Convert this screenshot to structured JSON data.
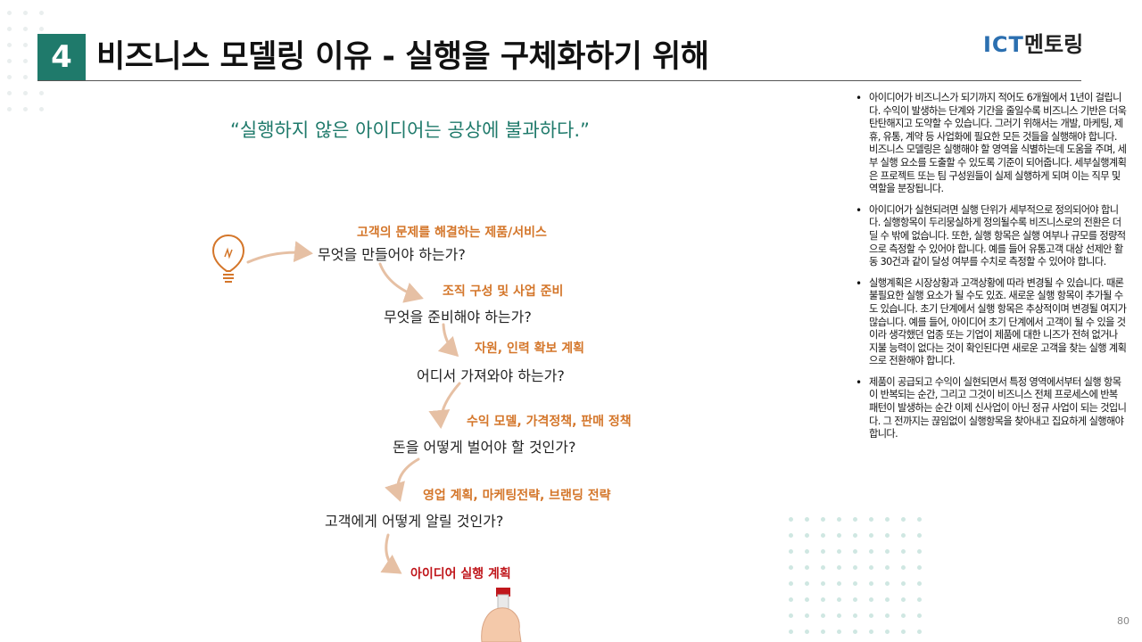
{
  "header": {
    "section_number": "4",
    "title": "비즈니스 모델링 이유 - 실행을 구체화하기 위해",
    "logo_ict": "ICT",
    "logo_rest": "멘토링"
  },
  "quote": "“실행하지 않은 아이디어는 공상에 불과하다.”",
  "flow": [
    {
      "category": "고객의 문제를 해결하는 제품/서비스",
      "question": "무엇을 만들어야 하는가?"
    },
    {
      "category": "조직 구성 및 사업 준비",
      "question": "무엇을 준비해야 하는가?"
    },
    {
      "category": "자원, 인력 확보 계획",
      "question": "어디서 가져와야 하는가?"
    },
    {
      "category": "수익 모델, 가격정책, 판매 정책",
      "question": "돈을 어떻게 벌어야 할 것인가?"
    },
    {
      "category": "영업 계획, 마케팅전략, 브랜딩 전략",
      "question": "고객에게 어떻게 알릴 것인가?"
    }
  ],
  "final_label": "아이디어 실행 계획",
  "bullets": [
    "아이디어가 비즈니스가 되기까지 적어도 6개월에서 1년이 걸립니다. 수익이 발생하는 단계와 기간을 줄일수록 비즈니스 기반은 더욱 탄탄해지고 도약할 수 있습니다. 그러기 위해서는 개발, 마케팅, 제휴, 유통, 계약 등 사업화에 필요한 모든 것들을 실행해야 합니다. 비즈니스 모델링은 실행해야 할 영역을 식별하는데 도움을 주며, 세부 실행 요소를 도출할 수 있도록 기준이 되어줍니다. 세부실행계획은 프로젝트 또는 팀 구성원들이 실제 실행하게 되며 이는 직무 및 역할을 분장됩니다.",
    "아이디어가 실현되려면 실행 단위가 세부적으로 정의되어야 합니다. 실행항목이 두리뭉실하게 정의될수록 비즈니스로의 전환은 더딜 수 밖에 없습니다. 또한, 실행 항목은 실행 여부나 규모를 정량적으로 측정할 수 있어야 합니다. 예를 들어 유통고객 대상 선제안 활동 30건과 같이 달성 여부를 수치로 측정할 수 있어야 합니다.",
    "실행계획은 시장상황과 고객상황에 따라 변경될 수 있습니다. 때론 불필요한 실행 요소가 될 수도 있죠. 새로운 실행 항목이 추가될 수도 있습니다. 초기 단계에서 실행 항목은 추상적이며 변경될 여지가 많습니다. 예를 들어, 아이디어 초기 단계에서 고객이 될 수 있을 것이라 생각했던 업종 또는 기업이 제품에 대한 니즈가 전혀 없거나 지불 능력이 없다는 것이 확인된다면 새로운 고객을 찾는 실행 계획으로 전환해야 합니다.",
    "제품이 공급되고 수익이 실현되면서 특정 영역에서부터 실행 항목이 반복되는 순간, 그리고 그것이 비즈니스 전체 프로세스에 반복 패턴이 발생하는 순간 이제 신사업이 아닌 정규 사업이 되는 것입니다. 그 전까지는 끊임없이 실행항목을 찾아내고 집요하게 실행해야 합니다."
  ],
  "page_number": "80",
  "colors": {
    "accent": "#1f7a6b",
    "category": "#d4762a",
    "final": "#c0171c",
    "arrow": "#e6c0a4",
    "logo_blue": "#2b6fb0"
  }
}
